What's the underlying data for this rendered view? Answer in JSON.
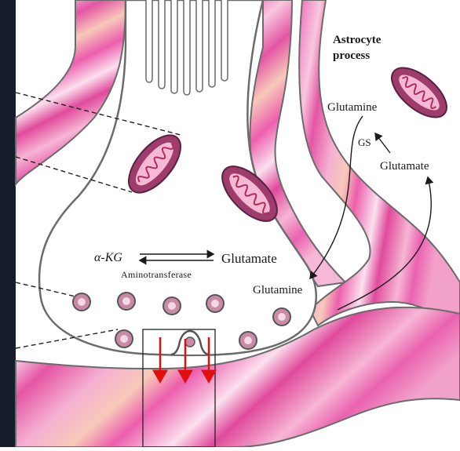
{
  "labels": {
    "astrocyte_line1": "Astrocyte",
    "astrocyte_line2": "process",
    "glutamine_astro": "Glutamine",
    "gs": "GS",
    "glutamate_astro": "Glutamate",
    "akg": "α-KG",
    "glutamate_terminal": "Glutamate",
    "aminotransferase": "Aminotransferase",
    "glutamine_terminal": "Glutamine"
  },
  "colors": {
    "dark_frame": "#151d2c",
    "membrane_pink": "#ec66b4",
    "membrane_light": "#f7bfe0",
    "membrane_peach": "#f7c6b8",
    "membrane_magenta": "#dc3c92",
    "cytoplasm": "#ffffff",
    "outline": "#6b6b6b",
    "mito_outer": "#9e3c6c",
    "mito_inner": "#f6b9d3",
    "vesicle_fill": "#c98aa6",
    "release_arrow": "#e01010"
  },
  "icons": {
    "release_arrows": "arrow-down-icon"
  }
}
